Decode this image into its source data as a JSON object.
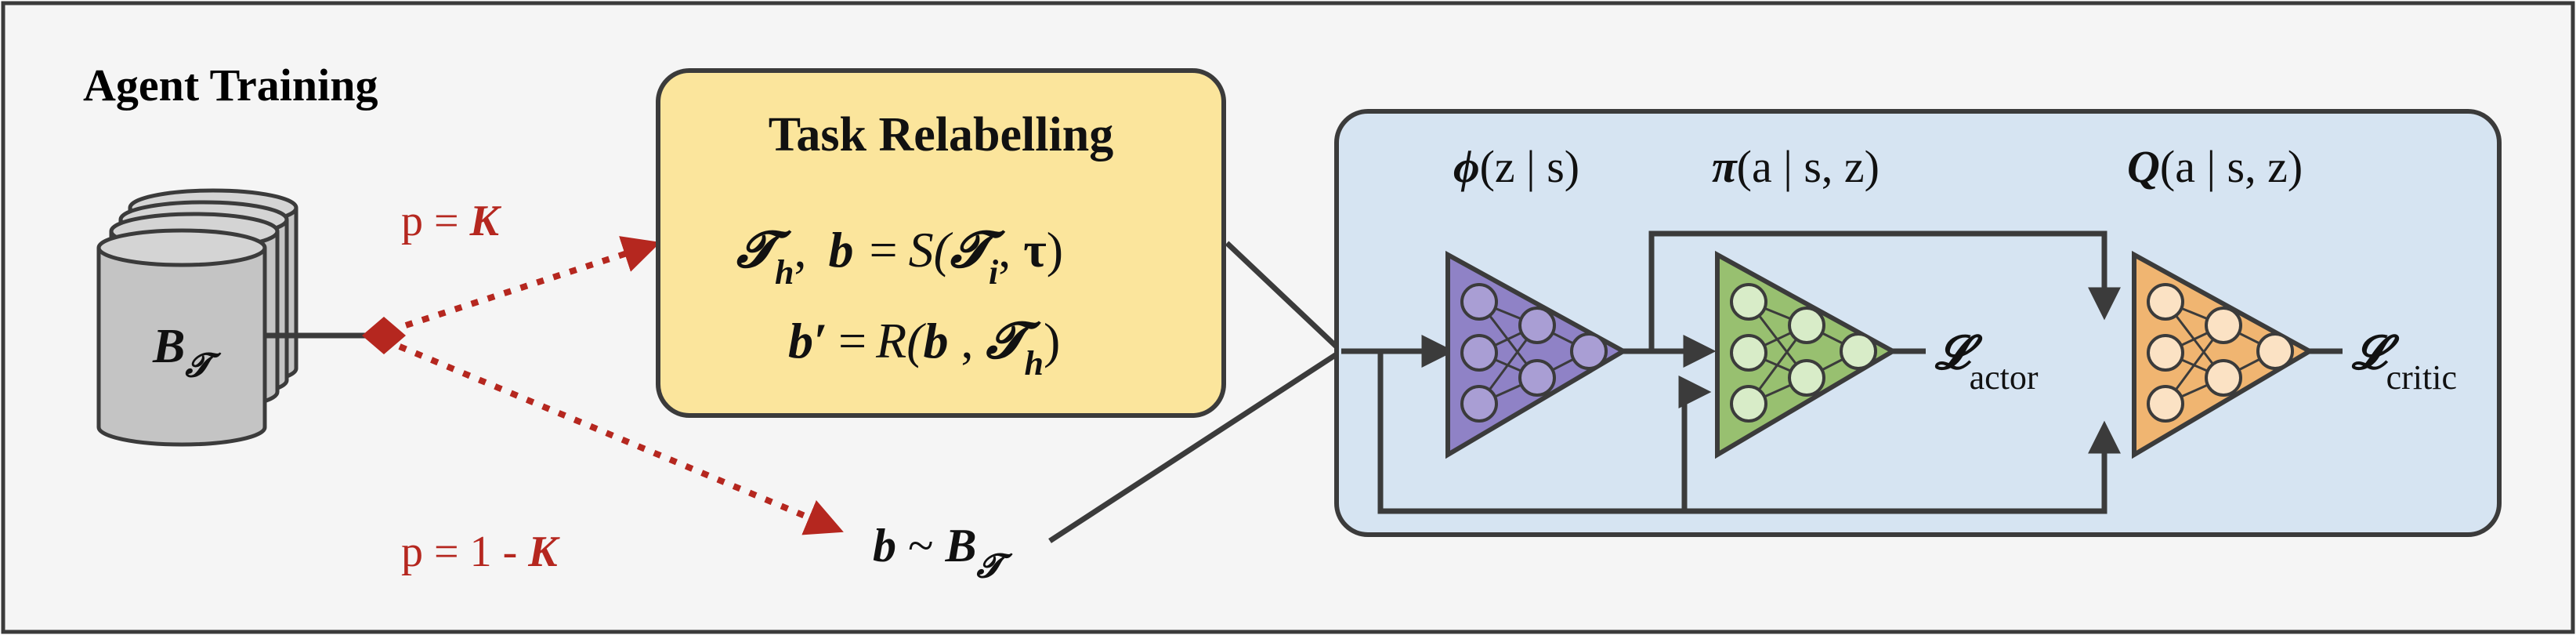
{
  "frame": {
    "title": "Agent Training"
  },
  "buffer": {
    "label_main": "B",
    "label_sub": "𝓣"
  },
  "branch_top": {
    "p_prefix": "p = ",
    "p_var": "K"
  },
  "branch_bottom": {
    "p_prefix": "p = 1 - ",
    "p_var": "K"
  },
  "relabel_box": {
    "title": "Task Relabelling",
    "eq1": {
      "t_h": "𝓣",
      "t_h_sub": "h",
      "comma": ",",
      "b": "b",
      "eq": "=",
      "S_open": "S(",
      "t_i": "𝓣",
      "t_i_sub": "i",
      "mid": ", ",
      "tau": "τ",
      "close": ")"
    },
    "eq2": {
      "b_prime": "b′",
      "eq": "=",
      "R_open": "R(",
      "b": "b",
      "mid": " , ",
      "t_h": "𝓣",
      "t_h_sub": "h",
      "close": ")"
    }
  },
  "sample": {
    "b": "b",
    "tilde": " ~ ",
    "B": "B",
    "B_sub": "𝓣"
  },
  "networks": {
    "phi": {
      "sym": "ϕ",
      "args": "(z | s)"
    },
    "pi": {
      "sym": "π",
      "args": "(a | s, z)"
    },
    "q": {
      "sym": "Q",
      "args": "(a | s, z)"
    }
  },
  "losses": {
    "actor": {
      "sym": "𝓛",
      "sub": "actor"
    },
    "critic": {
      "sym": "𝓛",
      "sub": "critic"
    }
  },
  "colors": {
    "red": "#b5271f",
    "dark": "#3b3b3b",
    "relabel_fill": "#fbe59c",
    "net_panel_fill": "#d6e4f2",
    "phi_fill": "#8f82c6",
    "pi_fill": "#98c070",
    "q_fill": "#f0b571",
    "buffer_fill": "#c4c4c4"
  }
}
